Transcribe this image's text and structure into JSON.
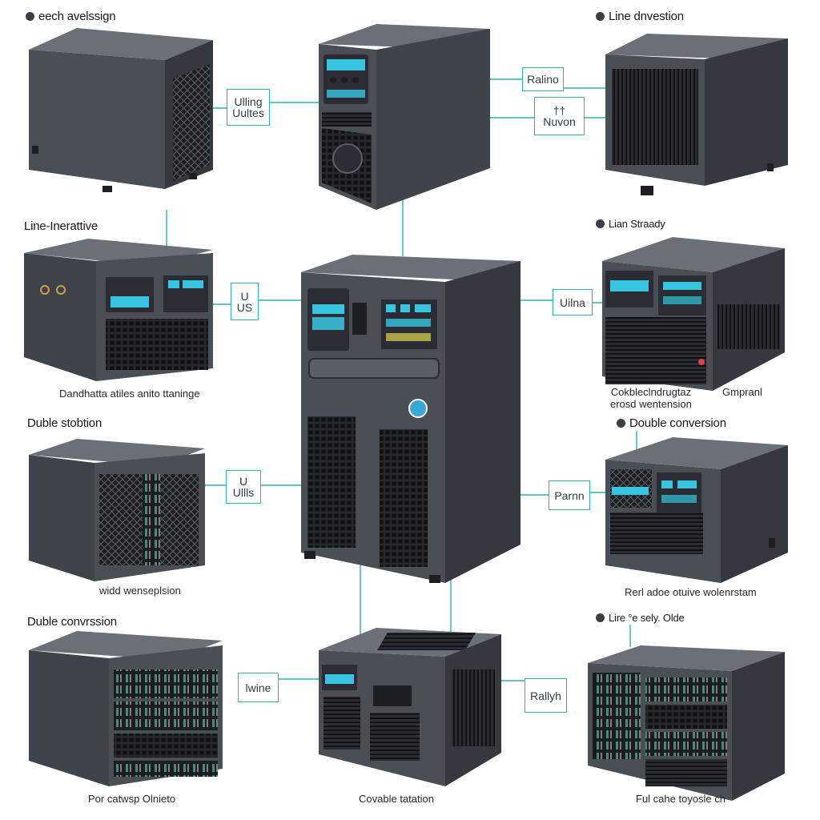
{
  "colors": {
    "accent": "#2bb3ad",
    "unit_body": "#4a4e55",
    "unit_top": "#6b7078",
    "unit_side": "#35393f",
    "display": "#37c5e0",
    "grille": "#1c1f24"
  },
  "headings": [
    {
      "text": "eech avelssign",
      "bullet": true
    },
    {
      "text": "Line dnvestion",
      "bullet": true
    },
    {
      "text": "Line-Inerattive",
      "bullet": false
    },
    {
      "text": "Lian Straady",
      "bullet": true
    },
    {
      "text": "Duble stobtion",
      "bullet": false
    },
    {
      "text": "Double conversion",
      "bullet": true
    },
    {
      "text": "Duble convrssion",
      "bullet": false
    },
    {
      "text": "Lire °e sely. Olde",
      "bullet": true
    }
  ],
  "captions": [
    {
      "lines": [
        "Dandhatta atiles anito ttaninge"
      ]
    },
    {
      "lines": [
        "Cokbleclndrugtaz",
        "erosd wentension"
      ]
    },
    {
      "lines": [
        "Gmpranl"
      ]
    },
    {
      "lines": [
        "widd wenseplsion"
      ]
    },
    {
      "lines": [
        "Rerl adoe otuive wolenrstam"
      ]
    },
    {
      "lines": [
        "Por catwsp Olnieto"
      ]
    },
    {
      "lines": [
        "Covable tatation"
      ]
    },
    {
      "lines": [
        "Ful cahe toyosle ch"
      ]
    }
  ],
  "callouts": [
    {
      "lines": [
        "Ulling",
        "Uultes"
      ]
    },
    {
      "lines": [
        "Ralino"
      ]
    },
    {
      "lines": [
        "††",
        "Nuvon"
      ]
    },
    {
      "lines": [
        "U",
        "US"
      ]
    },
    {
      "lines": [
        "Uilna"
      ]
    },
    {
      "lines": [
        "U",
        "Ullls"
      ]
    },
    {
      "lines": [
        "Parnn"
      ]
    },
    {
      "lines": [
        "lwine"
      ]
    },
    {
      "lines": [
        "Rallyh"
      ]
    }
  ]
}
